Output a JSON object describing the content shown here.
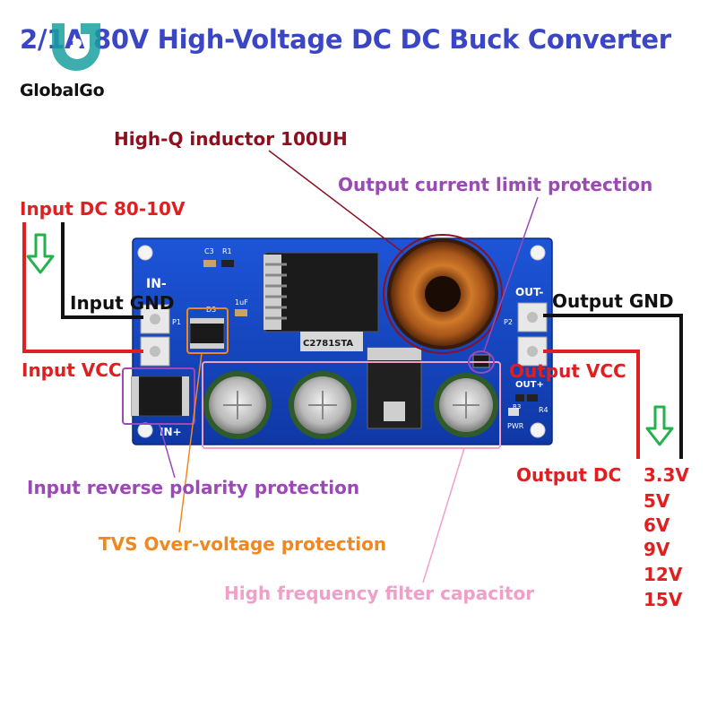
{
  "title": "2/1A 80V High-Voltage DC DC Buck Converter",
  "brand": {
    "name": "GlobalGo"
  },
  "board": {
    "silkscreen": {
      "in_minus": "IN-",
      "in_plus": "IN+",
      "out_minus": "OUT-",
      "out_plus": "OUT+",
      "c3": "C3",
      "r1": "R1",
      "d3": "D3",
      "p1": "P1",
      "p2": "P2",
      "r4": "R4",
      "r3": "R3",
      "pwr": "PWR",
      "cap_value": "1uF",
      "ic_marking": "C2781STA"
    }
  },
  "callouts": {
    "inductor": "High-Q inductor 100UH",
    "current_limit": "Output current limit protection",
    "input_dc": "Input DC 80-10V",
    "input_gnd": "Input GND",
    "input_vcc": "Input VCC",
    "output_gnd": "Output GND",
    "output_vcc": "Output VCC",
    "output_dc": "Output DC",
    "reverse_polarity": "Input reverse polarity protection",
    "tvs": "TVS Over-voltage protection",
    "filter_cap": "High frequency filter capacitor"
  },
  "output_voltages": [
    "3.3V",
    "5V",
    "6V",
    "9V",
    "12V",
    "15V"
  ],
  "colors": {
    "title": "#3a46c4",
    "red": "#e02020",
    "maroon": "#8b1020",
    "purple": "#9b49b5",
    "orange": "#f08820",
    "pink": "#f0a0c8",
    "green_arrow": "#22b24c",
    "board": "#1648c4",
    "wire_black": "#111111",
    "wire_red": "#e02020"
  },
  "icons": [
    "globalgo-logo-icon",
    "down-arrow-icon"
  ]
}
